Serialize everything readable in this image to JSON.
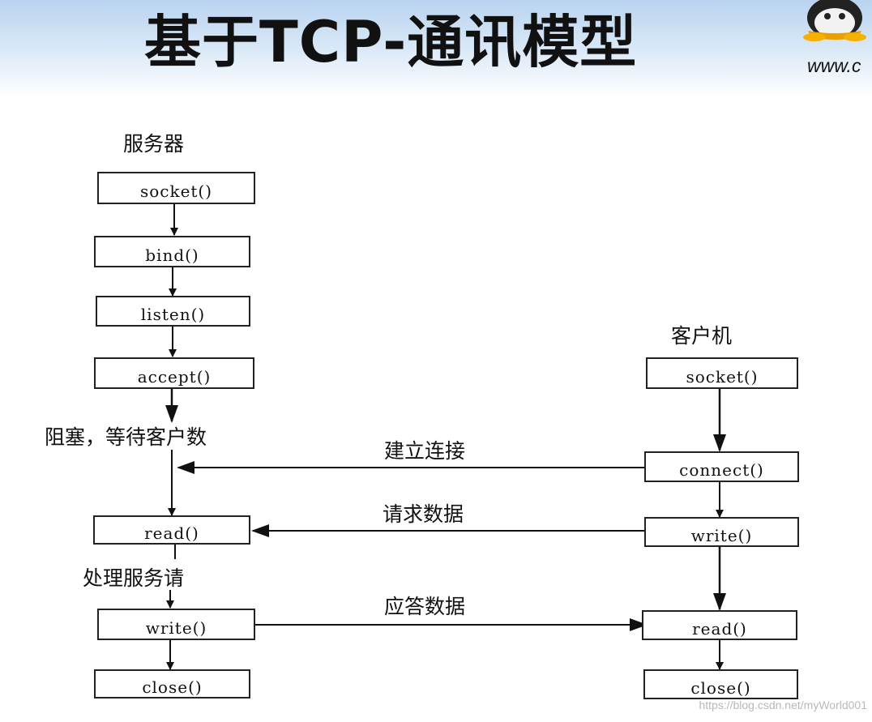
{
  "title": "基于TCP-通讯模型",
  "logo_text": "www.c",
  "server": {
    "heading": "服务器",
    "calls": [
      "socket()",
      "bind()",
      "listen()",
      "accept()",
      "read()",
      "write()",
      "close()"
    ],
    "note_blocking": "阻塞，等待客户数",
    "note_processing": "处理服务请"
  },
  "client": {
    "heading": "客户机",
    "calls": [
      "socket()",
      "connect()",
      "write()",
      "read()",
      "close()"
    ]
  },
  "messages": {
    "connect": "建立连接",
    "request": "请求数据",
    "response": "应答数据"
  },
  "watermark": "https://blog.csdn.net/myWorld001"
}
